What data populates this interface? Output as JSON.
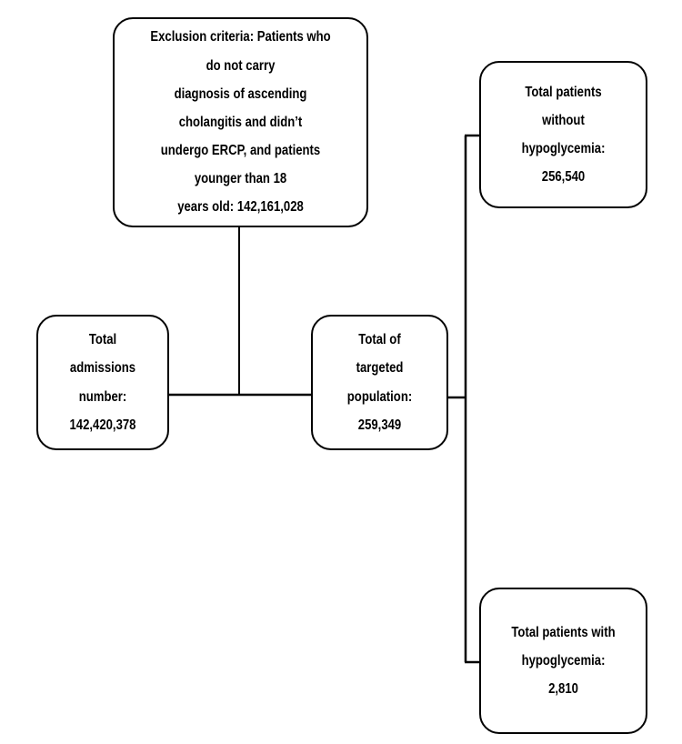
{
  "boxes": {
    "exclusion": {
      "lines": [
        "Exclusion criteria: Patients who do not carry",
        "diagnosis of ascending cholangitis and didn’t",
        "undergo ERCP, and patients younger than 18",
        "years old: 142,161,028"
      ]
    },
    "admissions": {
      "lines": [
        "Total admissions",
        "number:",
        "142,420,378"
      ]
    },
    "targeted": {
      "lines": [
        "Total of targeted",
        "population:",
        "259,349"
      ]
    },
    "without": {
      "lines": [
        "Total patients without",
        "hypoglycemia:",
        "256,540"
      ]
    },
    "with": {
      "lines": [
        "Total patients with",
        "hypoglycemia:",
        "2,810"
      ]
    }
  },
  "colors": {
    "stroke": "#000000",
    "box_fill": "#ffffff",
    "text": "#000000"
  }
}
